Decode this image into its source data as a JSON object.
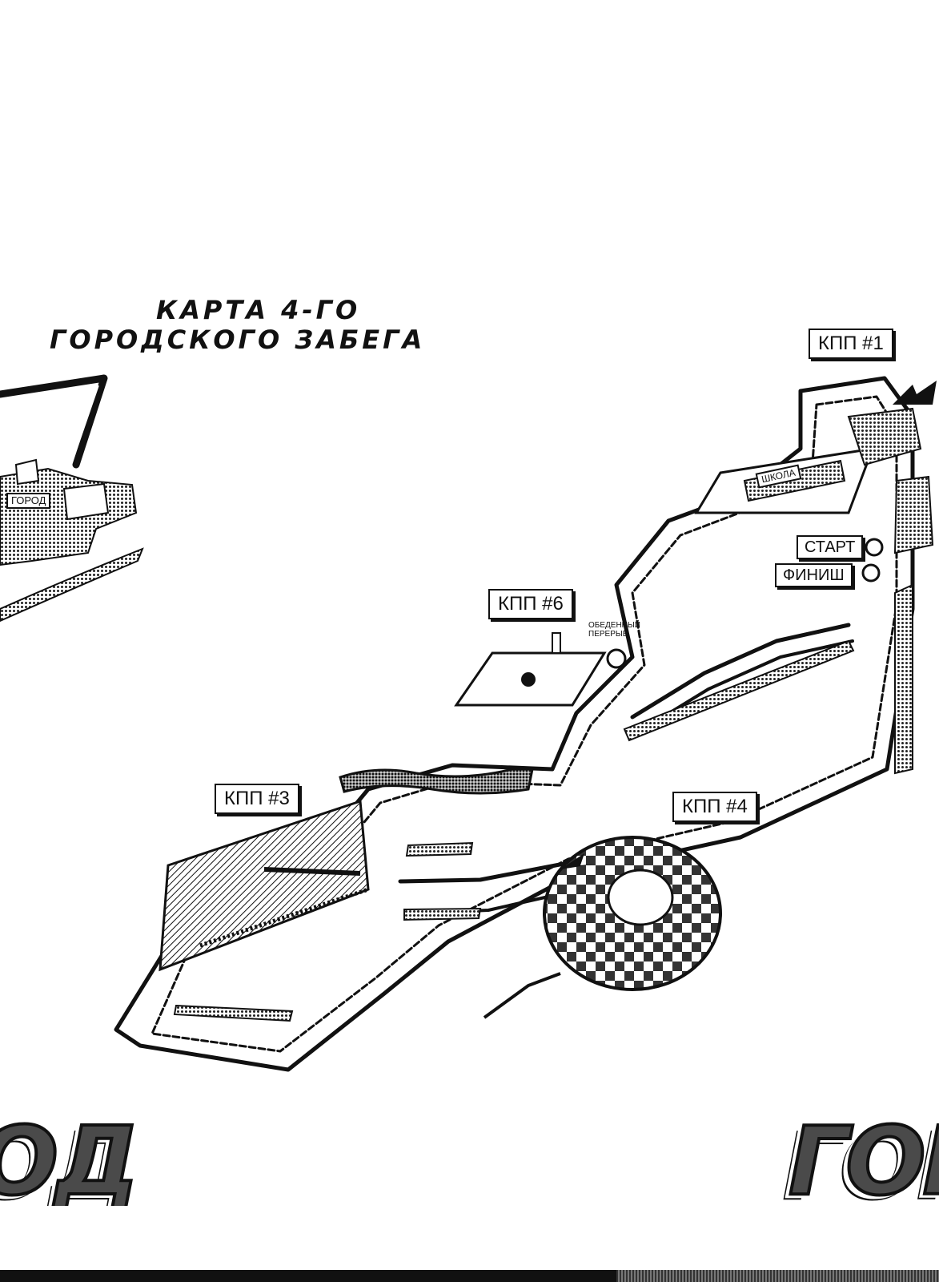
{
  "title": {
    "line1": "КАРТА 4-ГО",
    "line2": "ГОРОДСКОГО ЗАБЕГА"
  },
  "checkpoints": {
    "cp1": "КПП #1",
    "cp3": "КПП #3",
    "cp4": "КПП #4",
    "cp6": "КПП #6"
  },
  "start_label": "СТАРТ",
  "finish_label": "ФИНИШ",
  "city_sign": "ГОРОД",
  "school_sign": "ШКОЛА",
  "small_note_line1": "ОБЕДЕННЫЙ",
  "small_note_line2": "ПЕРЕРЫВ",
  "big_left": "ГОРОД",
  "big_right": "ГОРОД",
  "colors": {
    "ink": "#111111",
    "screentone": "#8a8a8a",
    "paper": "#ffffff"
  }
}
